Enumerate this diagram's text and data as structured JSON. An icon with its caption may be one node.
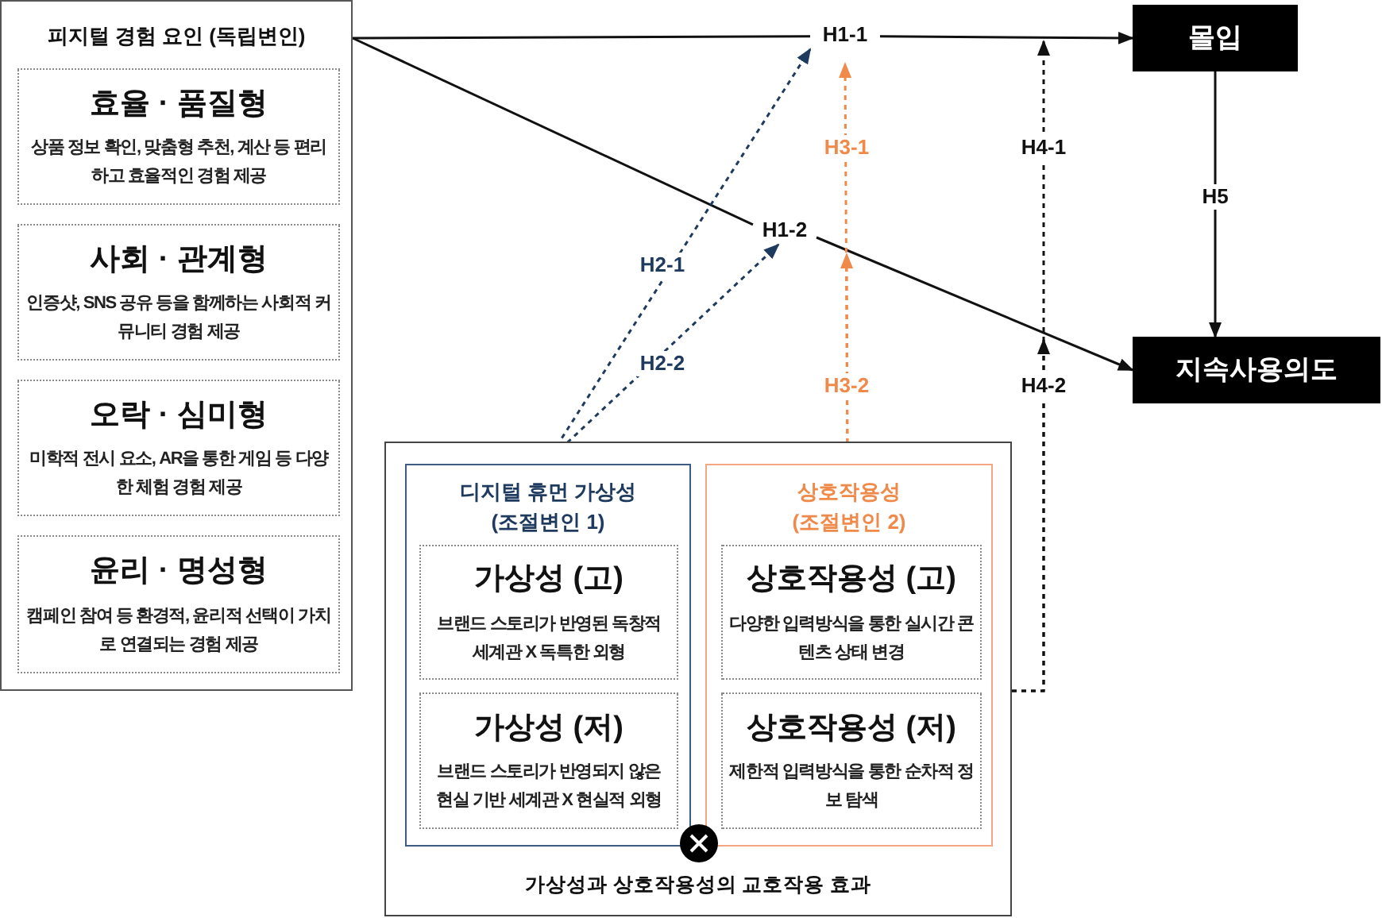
{
  "diagram": {
    "nodes": [
      {
        "text": [
          "피지털 경험 요인 (독립변인)"
        ]
      },
      {
        "text": [
          "효율 · 품질형",
          "상품 정보 확인, 맞춤형 추천, 계산 등 편리하고 효율적인 경험 제공"
        ],
        "in": 0
      },
      {
        "text": [
          "사회 · 관계형",
          "인증샷, SNS 공유 등을 함께하는 사회적 커뮤니티 경험 제공"
        ],
        "in": 0
      },
      {
        "text": [
          "오락 · 심미형",
          "미학적 전시 요소, AR을 통한 게임 등 다양한 체험 경험 제공"
        ],
        "in": 0
      },
      {
        "text": [
          "윤리 · 명성형",
          "캠페인 참여 등 환경적, 윤리적 선택이 가치로 연결되는 경험 제공"
        ],
        "in": 0
      },
      {
        "text": [
          "H1-1"
        ]
      },
      {
        "text": [
          "H1-2"
        ]
      },
      {
        "text": [
          "몰입"
        ]
      },
      {
        "text": [
          "지속사용의도"
        ]
      },
      {
        "text": [
          "가상성과 상호작용성의 교호작용 효과"
        ]
      },
      {
        "text": [
          "디지털 휴먼 가상성 (조절변인 1)"
        ],
        "in": 9
      },
      {
        "text": [
          "가상성 (고)",
          "브랜드 스토리가 반영된 독창적 세계관 X 독특한 외형"
        ],
        "in": 10
      },
      {
        "text": [
          "가상성 (저)",
          "브랜드 스토리가 반영되지 않은 현실 기반 세계관 X 현실적 외형"
        ],
        "in": 10
      },
      {
        "text": [
          "상호작용성 (조절변인 2)"
        ],
        "in": 9
      },
      {
        "text": [
          "상호작용성 (고)",
          "다양한 입력방식을 통한 실시간 콘텐츠 상태 변경"
        ],
        "in": 13
      },
      {
        "text": [
          "상호작용성 (저)",
          "제한적 입력방식을 통한 순차적 정보 탐색"
        ],
        "in": 13
      }
    ],
    "edges": [
      {
        "from": 0,
        "to": 5,
        "arrow": "none"
      },
      {
        "from": 5,
        "to": 7,
        "arrow": "to"
      },
      {
        "from": 0,
        "to": 6,
        "arrow": "none"
      },
      {
        "from": 6,
        "to": 8,
        "arrow": "to"
      },
      {
        "from": 10,
        "to": 5,
        "arrow": "to",
        "label": "H2-1",
        "style": "dashed",
        "color": "#1f3a5f"
      },
      {
        "from": 10,
        "to": 6,
        "arrow": "to",
        "label": "H2-2",
        "style": "dashed",
        "color": "#1f3a5f"
      },
      {
        "from": 13,
        "to": 5,
        "arrow": "to",
        "label": "H3-1",
        "style": "dashed",
        "color": "#f08a4b"
      },
      {
        "from": 13,
        "to": 6,
        "arrow": "to",
        "label": "H3-2",
        "style": "dashed",
        "color": "#f08a4b"
      },
      {
        "from": 9,
        "to": null,
        "arrow": "to",
        "label": "H4-1",
        "style": "dashed"
      },
      {
        "from": 9,
        "to": null,
        "arrow": "to",
        "label": "H4-2",
        "style": "dashed"
      },
      {
        "from": 7,
        "to": 8,
        "arrow": "to",
        "label": "H5"
      }
    ]
  }
}
